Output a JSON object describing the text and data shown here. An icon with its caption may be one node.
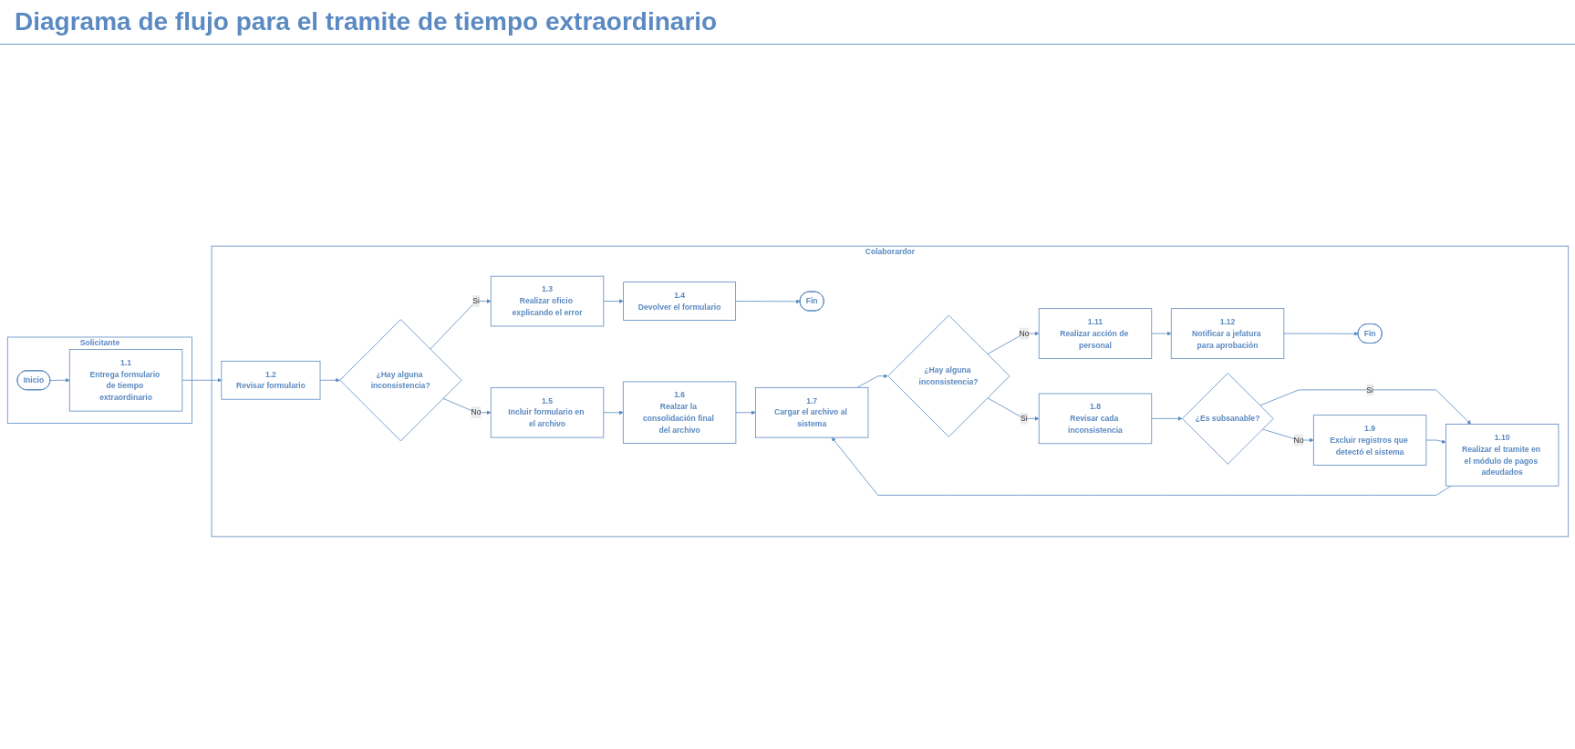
{
  "diagram": {
    "title": "Diagrama de flujo para el tramite de tiempo extraordinario",
    "nodes": [
      {
        "text": [
          "Solicitante"
        ]
      },
      {
        "text": [
          "Inicio"
        ],
        "in": 0
      },
      {
        "text": [
          "1.1",
          "Entrega formulario de tiempo extraordinario"
        ],
        "in": 0
      },
      {
        "text": [
          "Colaborardor"
        ]
      },
      {
        "text": [
          "1.2",
          "Revisar formulario"
        ],
        "in": 3
      },
      {
        "text": [
          "¿Hay alguna inconsistencia?"
        ],
        "in": 3
      },
      {
        "text": [
          "1.3",
          "Realizar oficio explicando el error"
        ],
        "in": 3
      },
      {
        "text": [
          "1.4",
          "Devolver el formulario"
        ],
        "in": 3
      },
      {
        "text": [
          "Fin"
        ],
        "in": 3
      },
      {
        "text": [
          "1.10",
          "Realizar el tramite en el módulo de pagos adeudados"
        ],
        "in": 3
      },
      {
        "text": [
          "1.5",
          "Incluir formulario en el archivo"
        ],
        "in": 3
      },
      {
        "text": [
          "1.6",
          "Realzar la consolidación final del archivo"
        ],
        "in": 3
      },
      {
        "text": [
          "1.7",
          "Cargar el archivo al sistema"
        ],
        "in": 3
      },
      {
        "text": [
          "¿Hay alguna inconsistencia?"
        ],
        "in": 3
      },
      {
        "text": [
          "1.8",
          "Revisar cada inconsistencia"
        ],
        "in": 3
      },
      {
        "text": [
          "¿Es subsanable?"
        ],
        "in": 3
      },
      {
        "text": [
          "Fin"
        ],
        "in": 3
      },
      {
        "text": [
          "1.12",
          "Notificar a jefatura para aprobación"
        ],
        "in": 3
      },
      {
        "text": [
          "1.11",
          "Realizar acción de personal"
        ],
        "in": 3
      },
      {
        "text": [
          "1.9",
          "Excluir registros que detectó el sistema"
        ],
        "in": 3
      }
    ],
    "edges": [
      {
        "from": 1,
        "to": 2,
        "arrow": "to"
      },
      {
        "from": 2,
        "to": 4,
        "arrow": "to"
      },
      {
        "from": 4,
        "to": 5,
        "arrow": "to"
      },
      {
        "from": 5,
        "to": 6,
        "arrow": "to",
        "label": "Si"
      },
      {
        "from": 6,
        "to": 7,
        "arrow": "to"
      },
      {
        "from": 7,
        "to": 8,
        "arrow": "to"
      },
      {
        "from": 5,
        "to": 10,
        "arrow": "to",
        "label": "No"
      },
      {
        "from": 10,
        "to": 11,
        "arrow": "to"
      },
      {
        "from": 11,
        "to": 12,
        "arrow": "to"
      },
      {
        "from": 12,
        "to": 13,
        "arrow": "to"
      },
      {
        "from": 13,
        "to": 14,
        "arrow": "to",
        "label": "Si"
      },
      {
        "from": 14,
        "to": 15,
        "arrow": "to"
      },
      {
        "from": 15,
        "to": 9,
        "arrow": "to",
        "label": "Si"
      },
      {
        "from": 15,
        "to": 19,
        "arrow": "to",
        "label": "No"
      },
      {
        "from": 19,
        "to": 9,
        "arrow": "to"
      },
      {
        "from": 9,
        "to": 12,
        "arrow": "to"
      },
      {
        "from": 13,
        "to": 18,
        "arrow": "to",
        "label": "No"
      },
      {
        "from": 18,
        "to": 17,
        "arrow": "to"
      },
      {
        "from": 17,
        "to": 16,
        "arrow": "to"
      }
    ]
  }
}
